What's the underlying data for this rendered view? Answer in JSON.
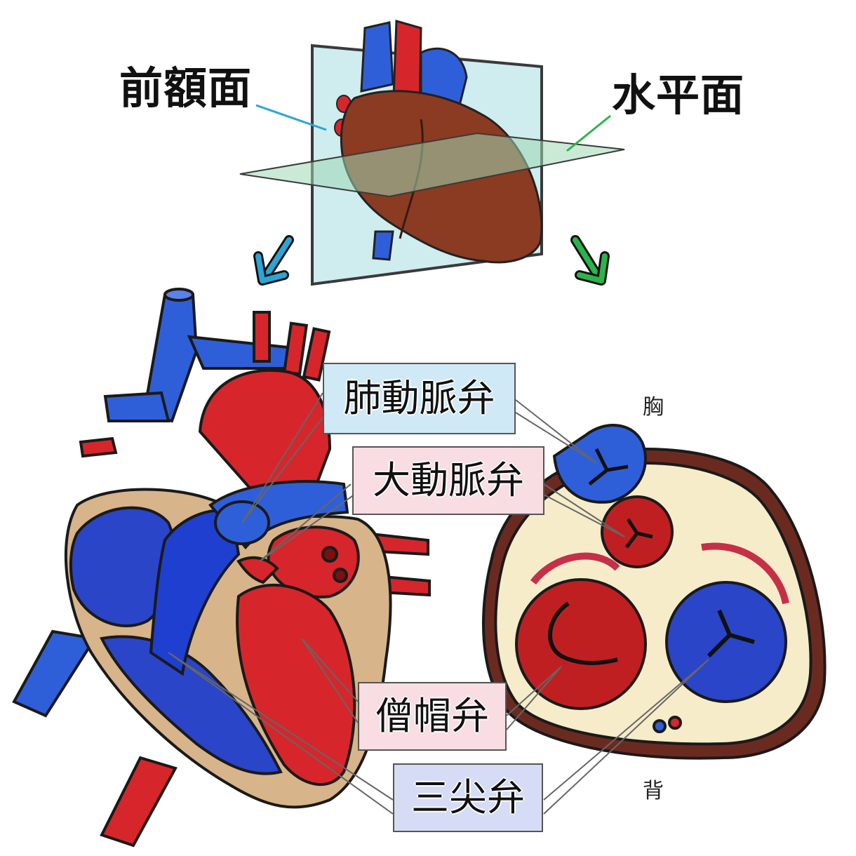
{
  "planes": {
    "frontal": "前額面",
    "horizontal": "水平面"
  },
  "valves": {
    "pulmonary": "肺動脈弁",
    "aortic": "大動脈弁",
    "mitral": "僧帽弁",
    "tricuspid": "三尖弁"
  },
  "orientation": {
    "anterior": "胸",
    "posterior": "背"
  },
  "colors": {
    "artery_red": "#d6262b",
    "vein_blue": "#2f5fd8",
    "muscle_brown": "#8a3b22",
    "pericardium_tan": "#d7b48a",
    "frontal_plane": "#bfe6ea",
    "horizontal_plane": "#9fd8b5",
    "pulmonary_box": "#cfeaf6",
    "aortic_box": "#f8dde3",
    "mitral_box": "#f8dde3",
    "tricuspid_box": "#d6dcf5",
    "arrow_blue": "#2aa6d6",
    "arrow_green": "#2bb44a"
  }
}
